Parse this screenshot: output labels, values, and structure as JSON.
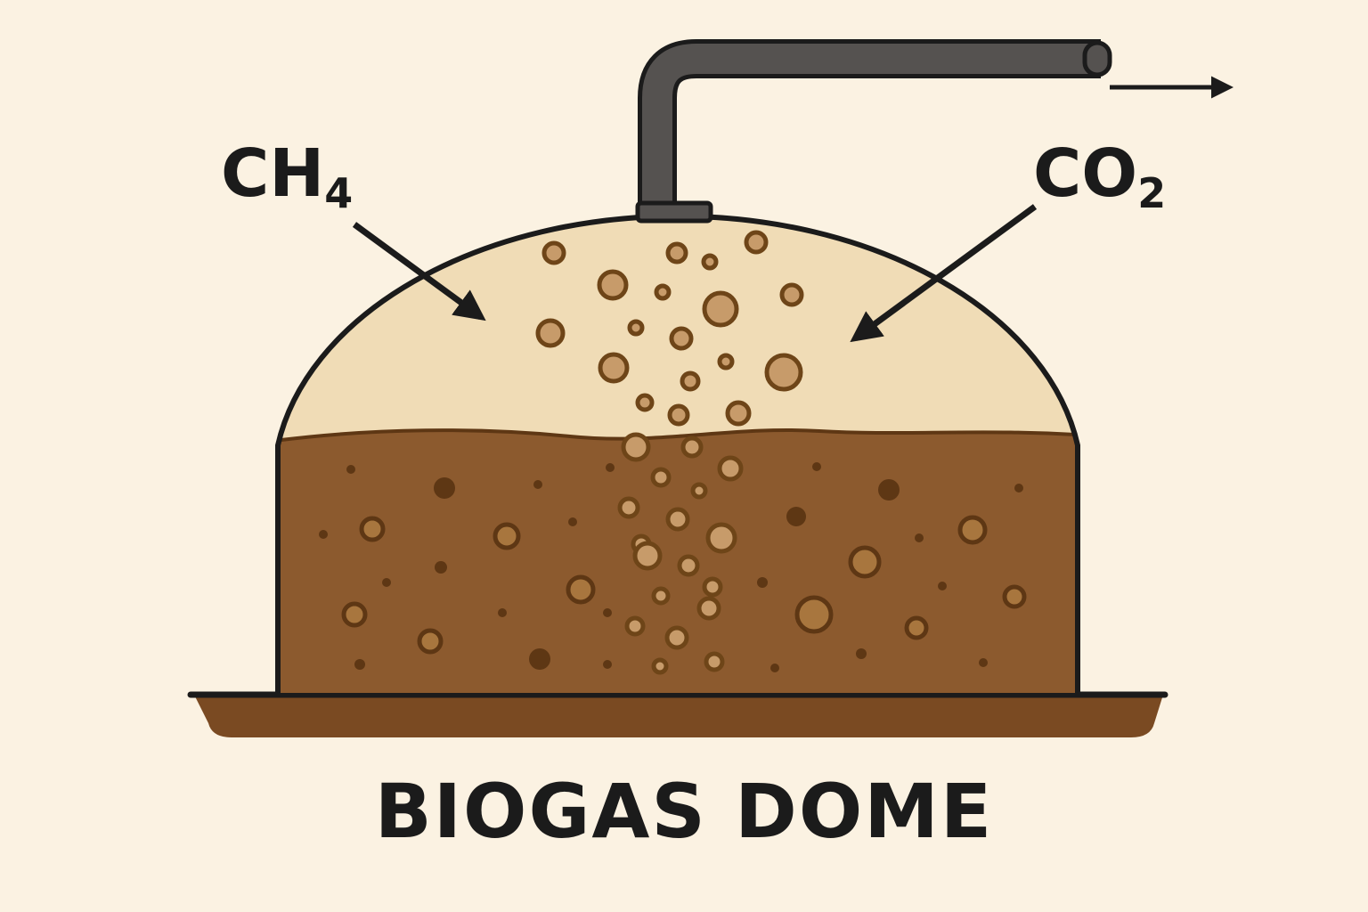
{
  "title": "BIOGAS DOME",
  "labels": {
    "ch4_main": "CH",
    "ch4_sub": "4",
    "co2_main": "CO",
    "co2_sub": "2"
  },
  "colors": {
    "background": "#fbf2e2",
    "gas_space": "#f0dcb6",
    "slurry": "#8c5a2e",
    "bubble_fill": "#c79b6a",
    "bubble_stroke": "#6e4518",
    "pipe": "#555250",
    "outline": "#1b1b1b",
    "base_tray": "#7a4a22"
  },
  "icons": [
    "gas-pipe-icon",
    "outflow-arrow-icon",
    "gas-bubble-icon",
    "slurry-particle-icon"
  ]
}
